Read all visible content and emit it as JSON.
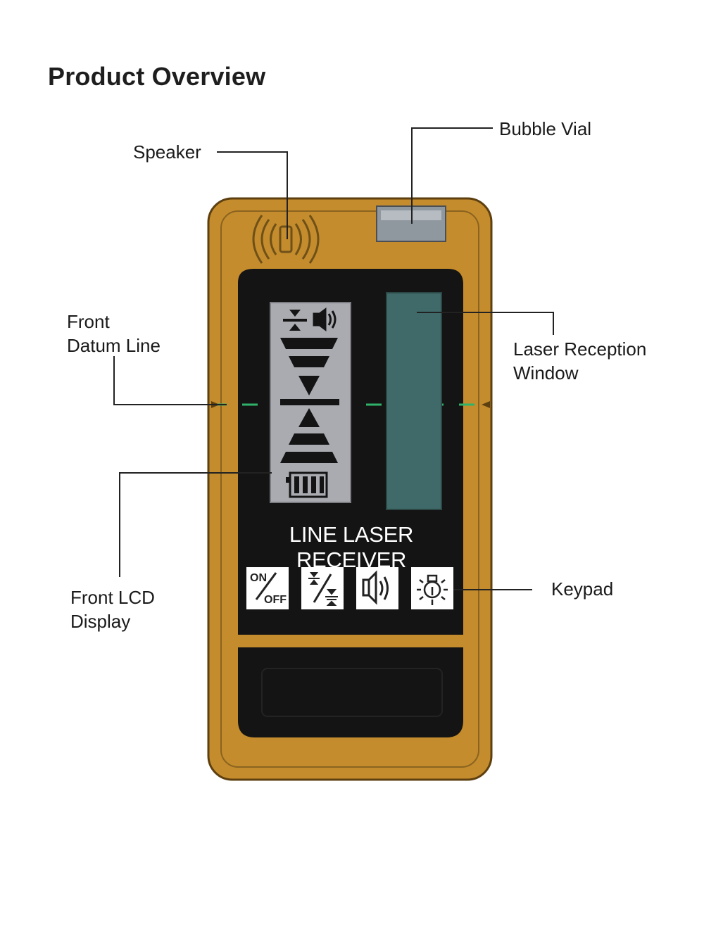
{
  "heading": "Product Overview",
  "device_label": "LINE LASER RECEIVER",
  "callouts": {
    "speaker": "Speaker",
    "bubble_vial": "Bubble Vial",
    "front_datum_line": "Front\nDatum Line",
    "laser_reception_window": "Laser Reception\nWindow",
    "front_lcd_display": "Front LCD\nDisplay",
    "keypad": "Keypad"
  },
  "keys": {
    "power": {
      "on": "ON",
      "off": "OFF",
      "icon": "power-toggle-icon"
    },
    "sensitivity": {
      "icon": "precision-toggle-icon"
    },
    "volume": {
      "icon": "speaker-icon"
    },
    "backlight": {
      "icon": "light-bulb-icon"
    }
  },
  "colors": {
    "housing": "#c48c2c",
    "housing_edge": "#6b4a12",
    "panel": "#141414",
    "lcd": "#a9abb0",
    "reception_window": "#3f6a69",
    "datum_line": "#2fb36a",
    "vial": "#8f979f"
  }
}
